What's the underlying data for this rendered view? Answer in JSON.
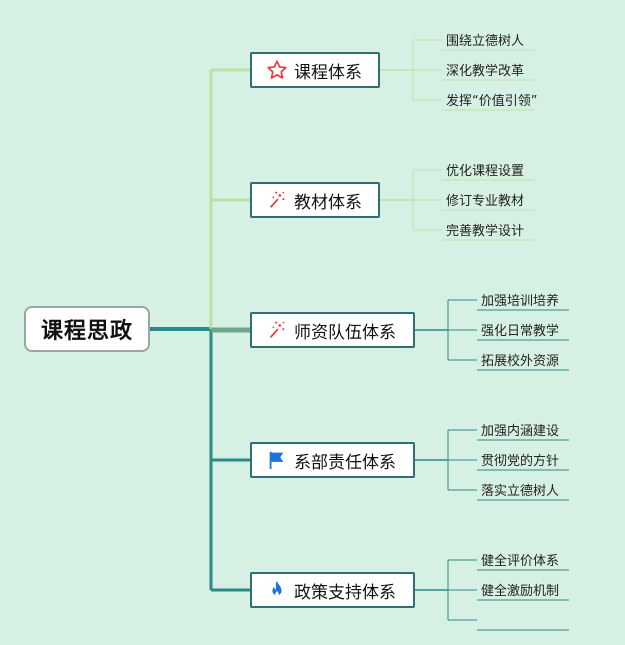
{
  "root": {
    "label": "课程思政"
  },
  "colors": {
    "background": "#d6f1e4",
    "branch_border": "#2f6e73",
    "link_light": "#b9e2a3",
    "link_dark": "#2a8a86"
  },
  "branches": [
    {
      "label": "课程体系",
      "icon": "star-icon",
      "children": [
        "围绕立德树人",
        "深化教学改革",
        "发挥“价值引领”"
      ]
    },
    {
      "label": "教材体系",
      "icon": "sparkle-icon",
      "children": [
        "优化课程设置",
        "修订专业教材",
        "完善教学设计"
      ]
    },
    {
      "label": "师资队伍体系",
      "icon": "sparkle-icon",
      "children": [
        "加强培训培养",
        "强化日常教学",
        "拓展校外资源"
      ]
    },
    {
      "label": "系部责任体系",
      "icon": "flag-icon",
      "children": [
        "加强内涵建设",
        "贯彻党的方针",
        "落实立德树人"
      ]
    },
    {
      "label": "政策支持体系",
      "icon": "flame-icon",
      "children": [
        "健全评价体系",
        "健全激励机制",
        ""
      ]
    }
  ]
}
